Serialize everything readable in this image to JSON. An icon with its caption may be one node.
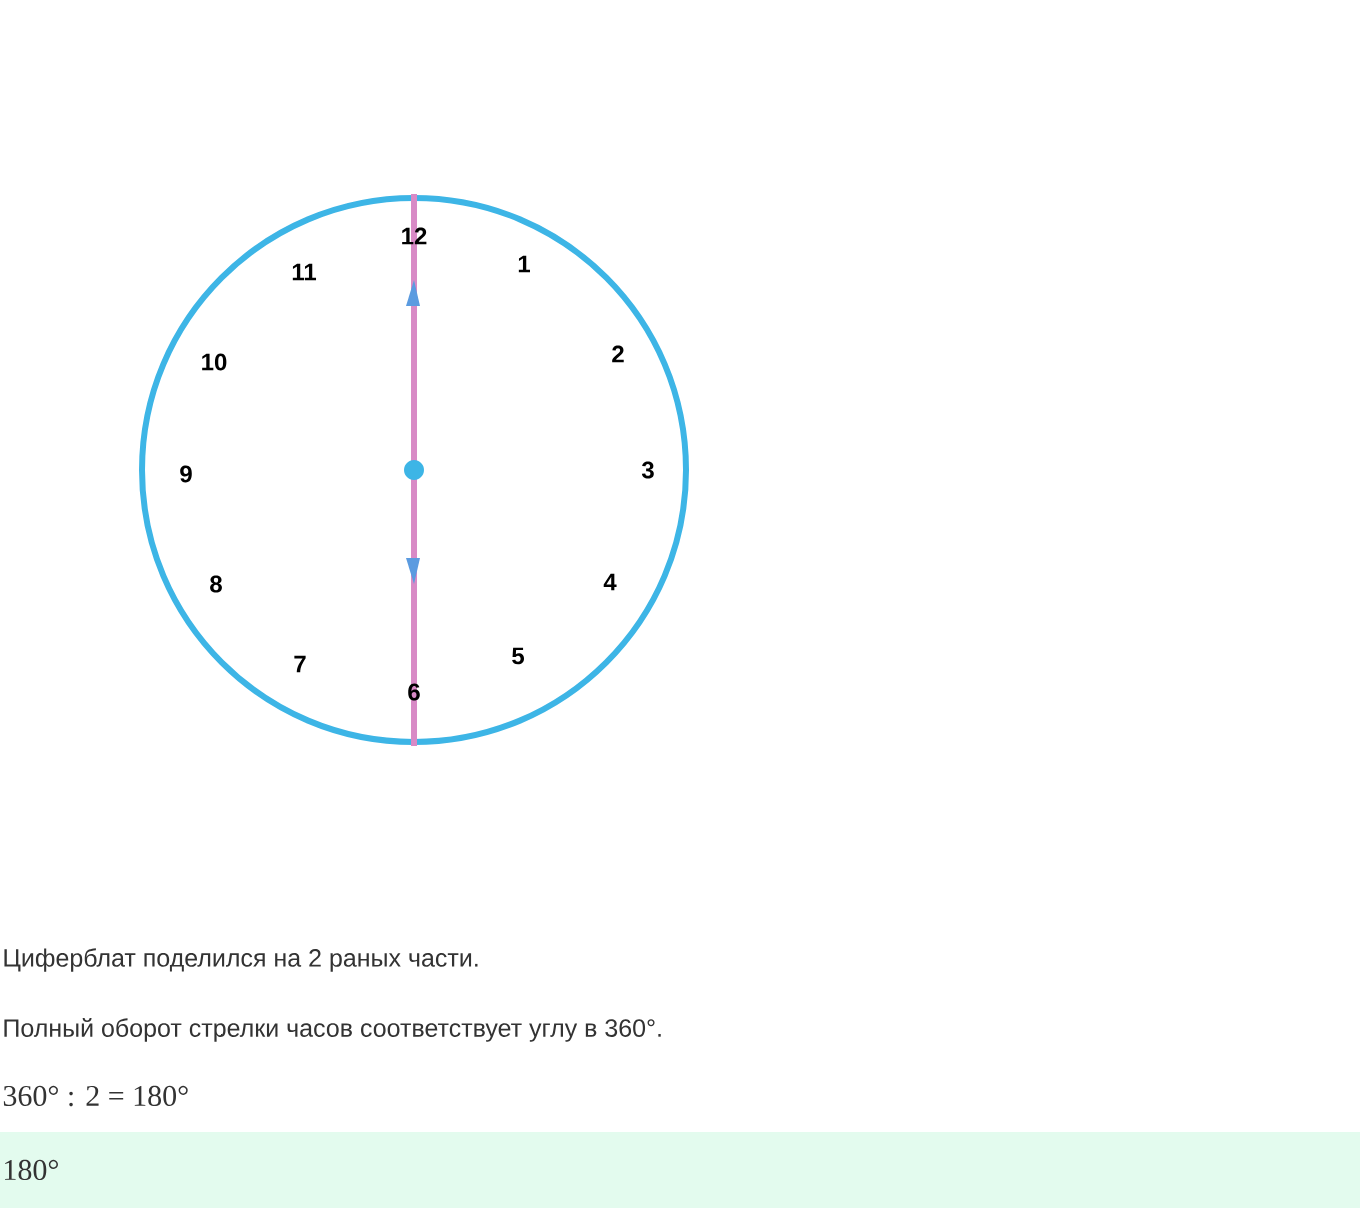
{
  "diagram": {
    "labels": [
      "12",
      "1",
      "2",
      "3",
      "4",
      "5",
      "6",
      "7",
      "8",
      "9",
      "10",
      "11",
      "Циферблат поделился на 2 раных части.",
      "Полный оборот стрелки часов соответствует углу в 360°.",
      "360° : 2 = 180°",
      "180°"
    ]
  }
}
